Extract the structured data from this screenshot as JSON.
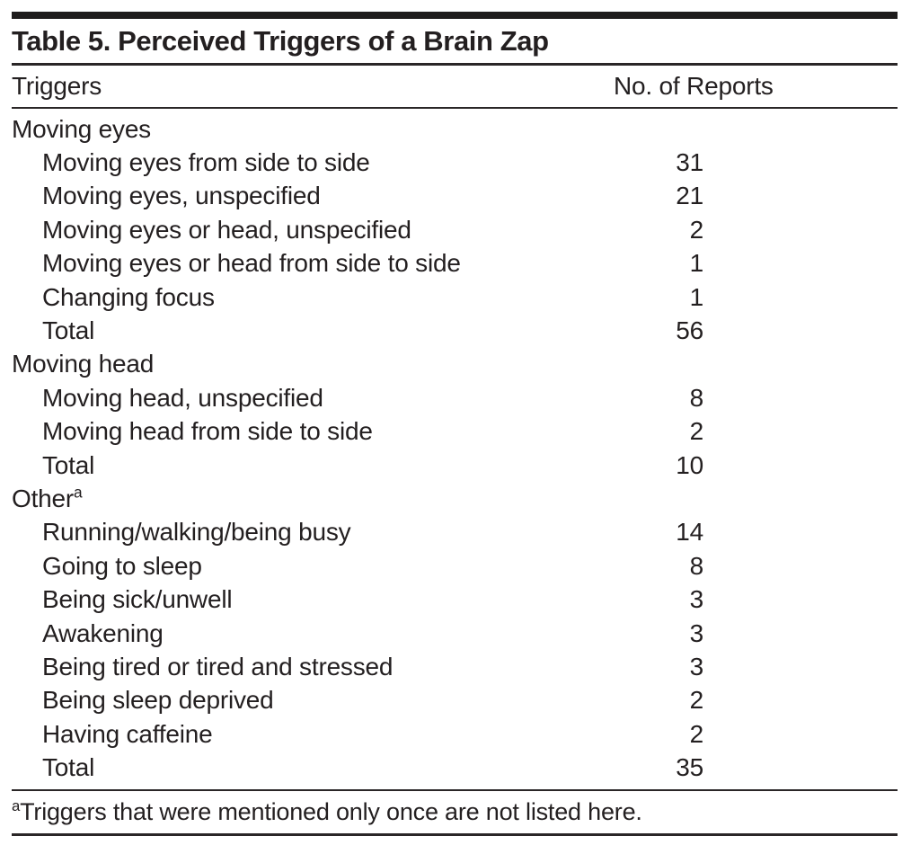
{
  "figure": {
    "title": "Table 5. Perceived Triggers of a Brain Zap",
    "columns": {
      "triggers": "Triggers",
      "reports": "No. of Reports"
    },
    "rows": [
      {
        "label": "Moving eyes",
        "value": "",
        "level": 0
      },
      {
        "label": "Moving eyes from side to side",
        "value": "31",
        "level": 1
      },
      {
        "label": "Moving eyes, unspecified",
        "value": "21",
        "level": 1
      },
      {
        "label": "Moving eyes or head, unspecified",
        "value": "2",
        "level": 1
      },
      {
        "label": "Moving eyes or head from side to side",
        "value": "1",
        "level": 1
      },
      {
        "label": "Changing focus",
        "value": "1",
        "level": 1
      },
      {
        "label": "Total",
        "value": "56",
        "level": 1
      },
      {
        "label": "Moving head",
        "value": "",
        "level": 0
      },
      {
        "label": "Moving head, unspecified",
        "value": "8",
        "level": 1
      },
      {
        "label": "Moving head from side to side",
        "value": "2",
        "level": 1
      },
      {
        "label": "Total",
        "value": "10",
        "level": 1
      },
      {
        "label": "Other",
        "marker": "a",
        "value": "",
        "level": 0
      },
      {
        "label": "Running/walking/being busy",
        "value": "14",
        "level": 1
      },
      {
        "label": "Going to sleep",
        "value": "8",
        "level": 1
      },
      {
        "label": "Being sick/unwell",
        "value": "3",
        "level": 1
      },
      {
        "label": "Awakening",
        "value": "3",
        "level": 1
      },
      {
        "label": "Being tired or tired and stressed",
        "value": "3",
        "level": 1
      },
      {
        "label": "Being sleep deprived",
        "value": "2",
        "level": 1
      },
      {
        "label": "Having caffeine",
        "value": "2",
        "level": 1
      },
      {
        "label": "Total",
        "value": "35",
        "level": 1
      }
    ],
    "footnote": {
      "marker": "a",
      "text": "Triggers that were mentioned only once are not listed here."
    }
  },
  "colors": {
    "background": "#ffffff",
    "text": "#231f20",
    "top_bar": "#1e1c1c",
    "rule": "#2a2627"
  }
}
